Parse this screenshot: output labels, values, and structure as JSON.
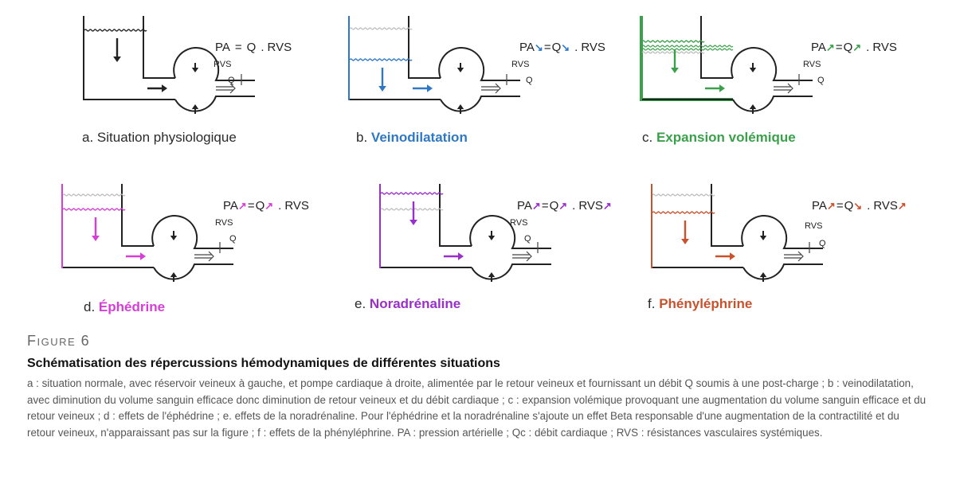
{
  "panels": [
    {
      "letter": "a.",
      "name": "Situation physiologique",
      "color": "#222222",
      "pa": "PA",
      "pa_arrow": "",
      "q": "Q",
      "q_arrow": "",
      "rvs": "RVS",
      "rvs_arrow": "",
      "mode": "normal"
    },
    {
      "letter": "b.",
      "name": "Veinodilatation",
      "color": "#2f78c4",
      "pa": "PA",
      "pa_arrow": "↘",
      "q": "Q",
      "q_arrow": "↘",
      "rvs": "RVS",
      "rvs_arrow": "",
      "mode": "venodil"
    },
    {
      "letter": "c.",
      "name": "Expansion volémique",
      "color": "#3aa14a",
      "pa": "PA",
      "pa_arrow": "↗",
      "q": "Q",
      "q_arrow": "↗",
      "rvs": "RVS",
      "rvs_arrow": "",
      "mode": "expansion"
    },
    {
      "letter": "d.",
      "name": "Éphédrine",
      "color": "#d63ed6",
      "pa": "PA",
      "pa_arrow": "↗",
      "q": "Q",
      "q_arrow": "↗",
      "rvs": "RVS",
      "rvs_arrow": "",
      "mode": "ephedrine"
    },
    {
      "letter": "e.",
      "name": "Noradrénaline",
      "color": "#9a2fc9",
      "pa": "PA",
      "pa_arrow": "↗",
      "q": "Q",
      "q_arrow": "↗",
      "rvs": "RVS",
      "rvs_arrow": "↗",
      "mode": "noradr"
    },
    {
      "letter": "f.",
      "name": "Phényléphrine",
      "color": "#c8522c",
      "pa": "PA",
      "pa_arrow": "↗",
      "q": "Q",
      "q_arrow": "↘",
      "rvs": "RVS",
      "rvs_arrow": "↗",
      "mode": "phenyl"
    }
  ],
  "labels": {
    "eq": "=",
    "dot": ".",
    "rvs_small": "RVS",
    "q_small": "Q",
    "plus": "+"
  },
  "figure": {
    "title": "Figure 6",
    "subtitle": "Schématisation des répercussions hémodynamiques de différentes situations",
    "description": "a : situation normale, avec réservoir veineux à gauche, et pompe cardiaque à droite, alimentée par le retour veineux et fournissant un débit Q soumis à une post-charge ; b : veinodilatation, avec diminution du volume sanguin efficace donc diminution de retour veineux et du débit cardiaque ; c : expansion volémique provoquant une augmentation du volume sanguin efficace et du retour veineux ; d : effets de l'éphédrine ; e. effets de la noradrénaline. Pour l'éphédrine et la noradrénaline s'ajoute un effet Beta responsable d'une augmentation de la contractilité et du retour veineux, n'apparaissant pas sur la figure ; f : effets de la phényléphrine. PA : pression artérielle ; Qc : débit cardiaque ; RVS : résistances vasculaires systémiques."
  }
}
